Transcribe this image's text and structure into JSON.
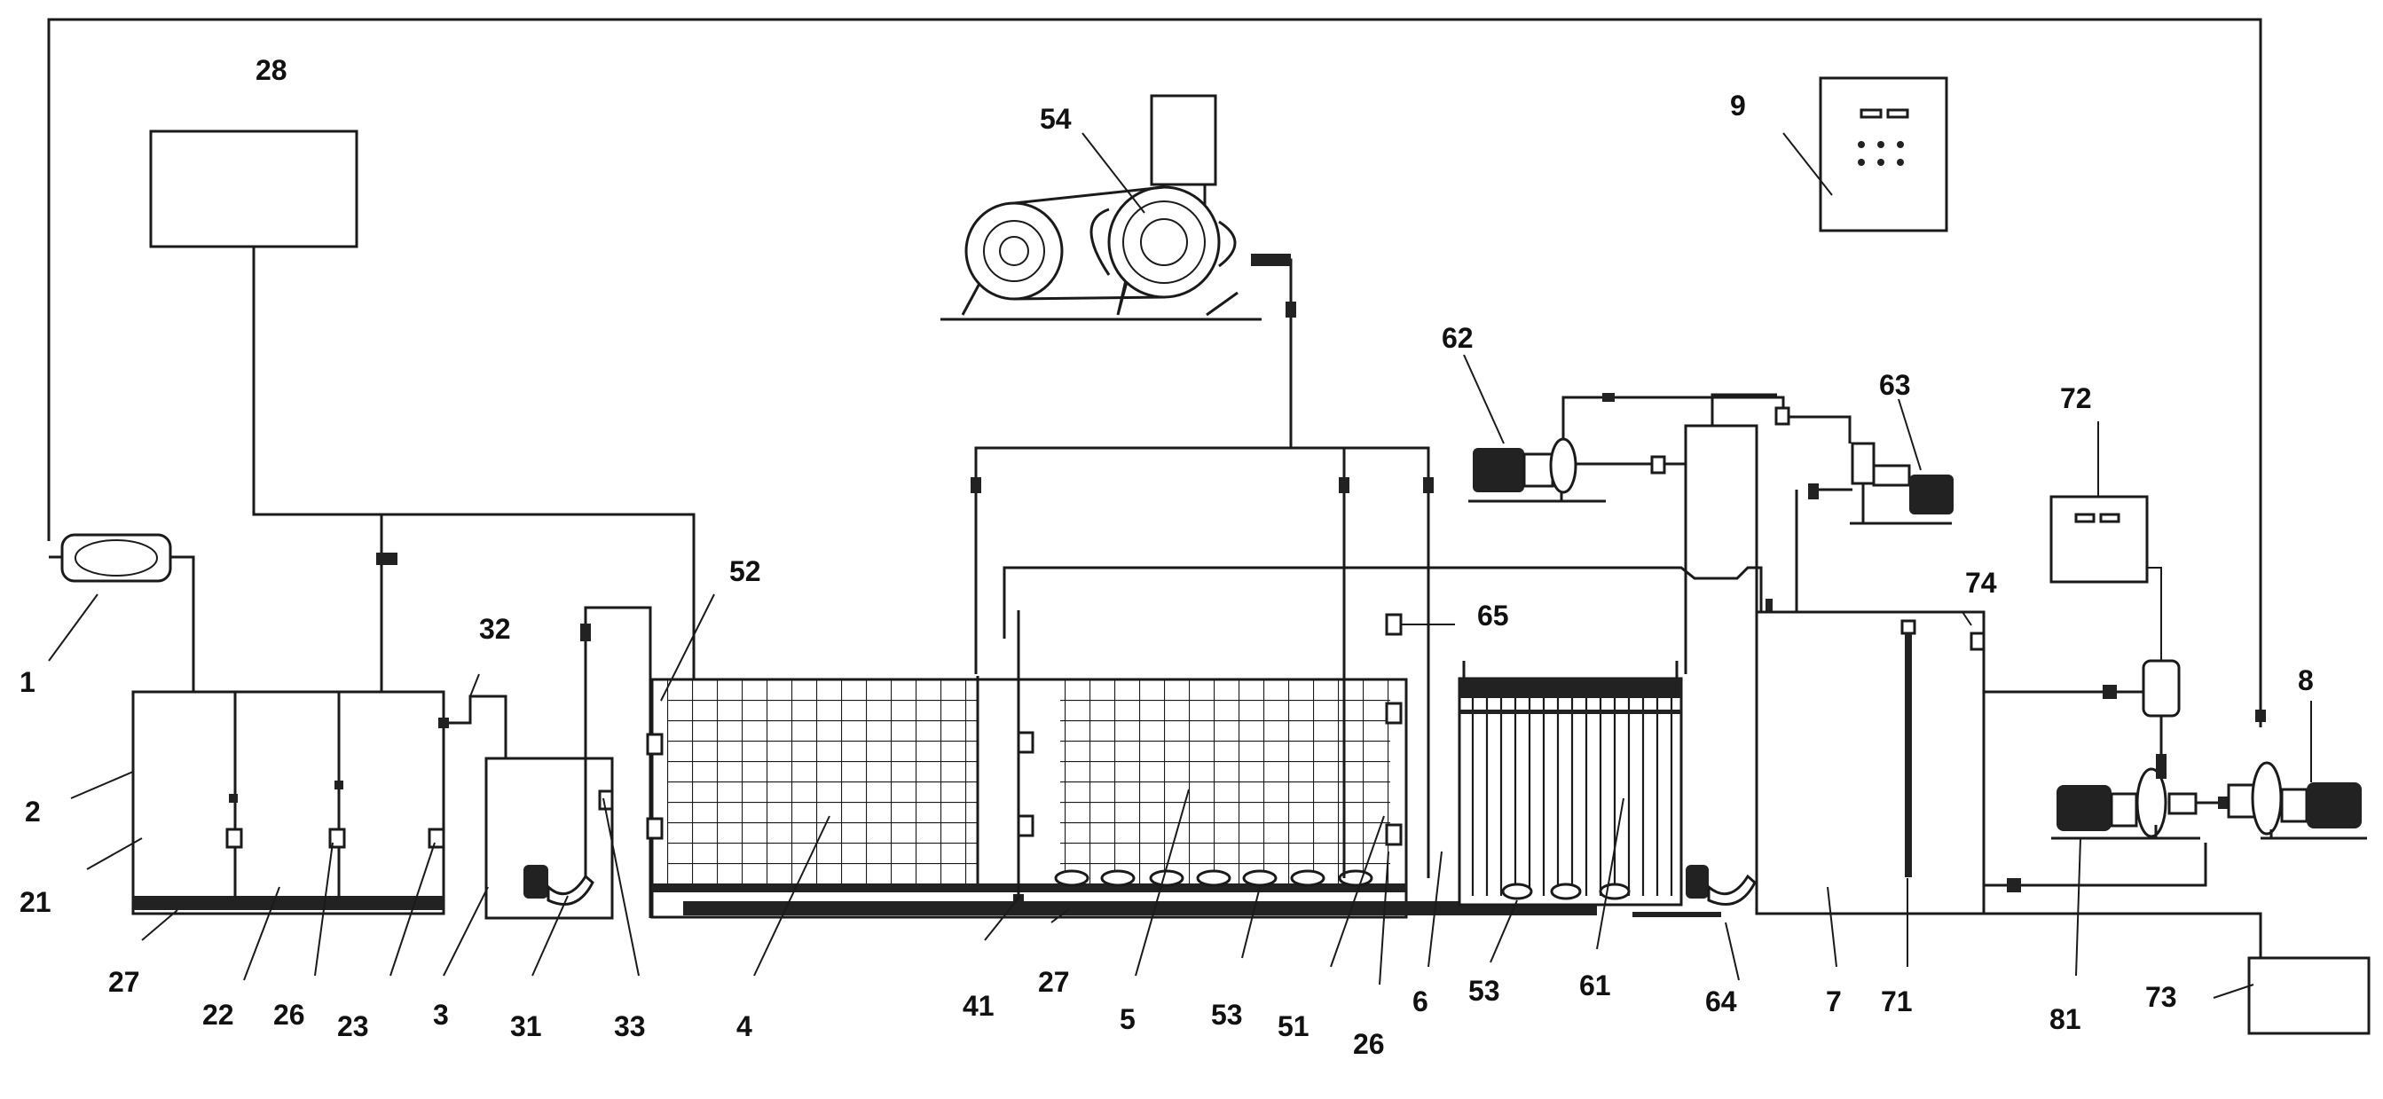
{
  "labels": {
    "l1": "1",
    "l2": "2",
    "l21": "21",
    "l27a": "27",
    "l22": "22",
    "l26a": "26",
    "l23": "23",
    "l28": "28",
    "l32": "32",
    "l3": "3",
    "l31": "31",
    "l33": "33",
    "l52": "52",
    "l4": "4",
    "l41": "41",
    "l27b": "27",
    "l54": "54",
    "l5": "5",
    "l53a": "53",
    "l51": "51",
    "l26b": "26",
    "l65": "65",
    "l6": "6",
    "l53b": "53",
    "l61": "61",
    "l62": "62",
    "l63": "63",
    "l64": "64",
    "l9": "9",
    "l7": "7",
    "l71": "71",
    "l74": "74",
    "l72": "72",
    "l8": "8",
    "l81": "81",
    "l73": "73"
  }
}
